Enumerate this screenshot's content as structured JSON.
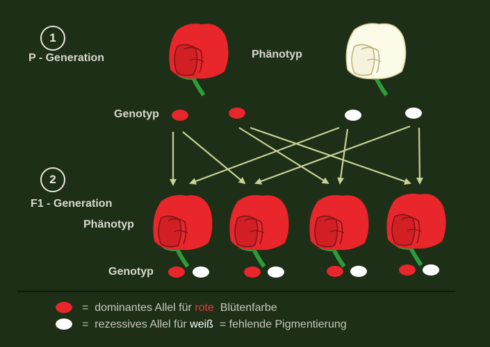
{
  "step1": {
    "number": "1",
    "label": "P - Generation"
  },
  "step2": {
    "number": "2",
    "label": "F1 - Generation"
  },
  "p_generation": {
    "phenotype_label": "Phänotyp",
    "genotype_label": "Genotyp",
    "flowers": [
      {
        "color": "red"
      },
      {
        "color": "white"
      }
    ],
    "alleles": [
      "red",
      "red",
      "white",
      "white"
    ]
  },
  "f1_generation": {
    "phenotype_label": "Phänotyp",
    "genotype_label": "Genotyp",
    "flowers": [
      {
        "color": "red"
      },
      {
        "color": "red"
      },
      {
        "color": "red"
      },
      {
        "color": "red"
      }
    ],
    "genotypes": [
      [
        "red",
        "white"
      ],
      [
        "red",
        "white"
      ],
      [
        "red",
        "white"
      ],
      [
        "red",
        "white"
      ]
    ]
  },
  "legend": {
    "dominant": {
      "prefix": "=  dominantes Allel für ",
      "highlight": "rote",
      "suffix": "  Blütenfarbe"
    },
    "recessive": {
      "prefix": "=  rezessives Allel für ",
      "highlight": "weiß",
      "suffix": "  = fehlende Pigmentierung"
    }
  },
  "colors": {
    "background": "#1d2f16",
    "red_allele": "#e8262b",
    "white_allele": "#ffffff",
    "arrow": "#c7d39a",
    "stem": "#2f9a3a"
  }
}
